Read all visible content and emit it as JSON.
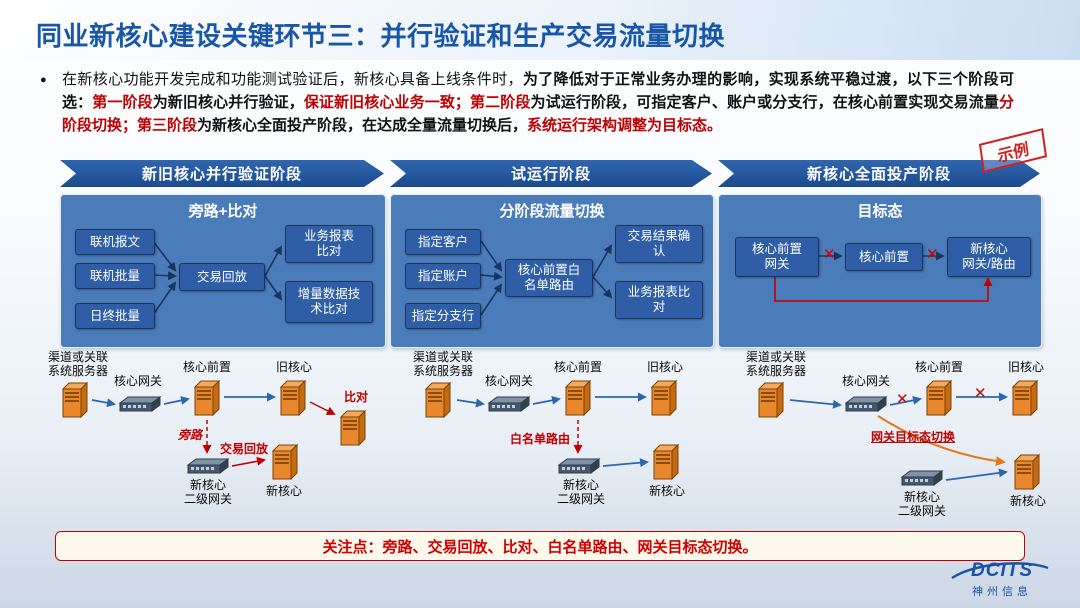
{
  "slide": {
    "title": "同业新核心建设关键环节三：并行验证和生产交易流量切换",
    "stamp": "示例"
  },
  "icons": {
    "bullet": "●",
    "cut": "✕",
    "server": "server-tower-icon",
    "switch": "network-switch-icon"
  },
  "colors": {
    "title_blue": "#1856a8",
    "banner_blue": "#1d4c8d",
    "panel_blue": "#4a7cba",
    "box_blue": "#2f5ea6",
    "accent_red": "#c00000",
    "server_orange": "#e8872b",
    "arrow_orange": "#e2791c"
  },
  "intro": {
    "segments": [
      {
        "text": "在新核心功能开发完成和功能测试验证后，新核心具备上线条件时，"
      },
      {
        "text": "为了降低对于正常业务办理的影响，实现系统平稳过渡，以下三个阶段可选："
      },
      {
        "text": "第一阶段"
      },
      {
        "text": "为新旧核心并行验证，"
      },
      {
        "text": "保证新旧核心业务一致；"
      },
      {
        "text": "第二阶段"
      },
      {
        "text": "为试运行阶段，可指定客户、账户或分支行，在核心前置实现交易流量"
      },
      {
        "text": "分阶段切换；"
      },
      {
        "text": "第三阶段"
      },
      {
        "text": "为新核心全面投产阶段，在达成全量流量切换后，"
      },
      {
        "text": "系统运行架构调整为目标态。"
      }
    ]
  },
  "stages": [
    {
      "banner": "新旧核心并行验证阶段",
      "title": "旁路+比对",
      "left": [
        "联机报文",
        "联机批量",
        "日终批量"
      ],
      "middle": "交易回放",
      "right": [
        "业务报表\n比对",
        "增量数据技\n术比对"
      ]
    },
    {
      "banner": "试运行阶段",
      "title": "分阶段流量切换",
      "left": [
        "指定客户",
        "指定账户",
        "指定分支行"
      ],
      "middle": "核心前置白\n名单路由",
      "right": [
        "交易结果确\n认",
        "业务报表比\n对"
      ]
    },
    {
      "banner": "新核心全面投产阶段",
      "title": "目标态",
      "row": [
        "核心前置\n网关",
        "核心前置",
        "新核心\n网关/路由"
      ]
    }
  ],
  "infra": {
    "s1": {
      "source": "渠道或关联\n系统服务器",
      "gateway": "核心网关",
      "front": "核心前置",
      "old_core": "旧核心",
      "compare": "比对",
      "bypass": "旁路",
      "secondary_gateway": "新核心\n二级网关",
      "replay": "交易回放",
      "new_core": "新核心"
    },
    "s2": {
      "source": "渠道或关联\n系统服务器",
      "gateway": "核心网关",
      "front": "核心前置",
      "old_core": "旧核心",
      "whitelist": "白名单路由",
      "secondary_gateway": "新核心\n二级网关",
      "new_core": "新核心"
    },
    "s3": {
      "source": "渠道或关联\n系统服务器",
      "gateway": "核心网关",
      "front": "核心前置",
      "old_core": "旧核心",
      "target_switch": "网关目标态切换",
      "secondary_gateway": "新核心\n二级网关",
      "new_core": "新核心"
    }
  },
  "footer": {
    "note": "关注点：旁路、交易回放、比对、白名单路由、网关目标态切换。"
  },
  "logo": {
    "name": "DCITS",
    "company": "神州信息"
  }
}
